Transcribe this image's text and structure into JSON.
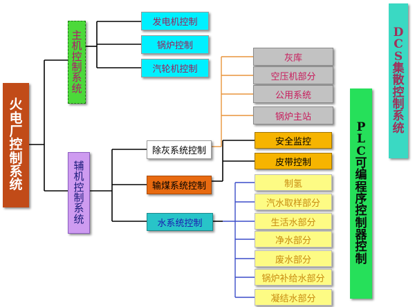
{
  "root": {
    "label": "火电厂控制系统"
  },
  "main": {
    "label": "主机控制系统",
    "items": [
      "发电机控制",
      "锅炉控制",
      "汽轮机控制"
    ]
  },
  "aux": {
    "label": "辅机控制系统"
  },
  "ash": {
    "label": "除灰系统控制",
    "items": [
      "灰库",
      "空压机部分",
      "公用系统",
      "锅炉主站"
    ]
  },
  "coal": {
    "label": "输煤系统控制",
    "items": [
      "安全监控",
      "皮带控制"
    ]
  },
  "water": {
    "label": "水系统控制",
    "items": [
      "制氢",
      "汽水取样部分",
      "生活水部分",
      "净水部分",
      "废水部分",
      "锅炉补给水部分",
      "凝结水部分"
    ]
  },
  "dcs": {
    "label": "DCS集散控制系统"
  },
  "plc": {
    "label": "PLC可编程序控制器控制"
  }
}
